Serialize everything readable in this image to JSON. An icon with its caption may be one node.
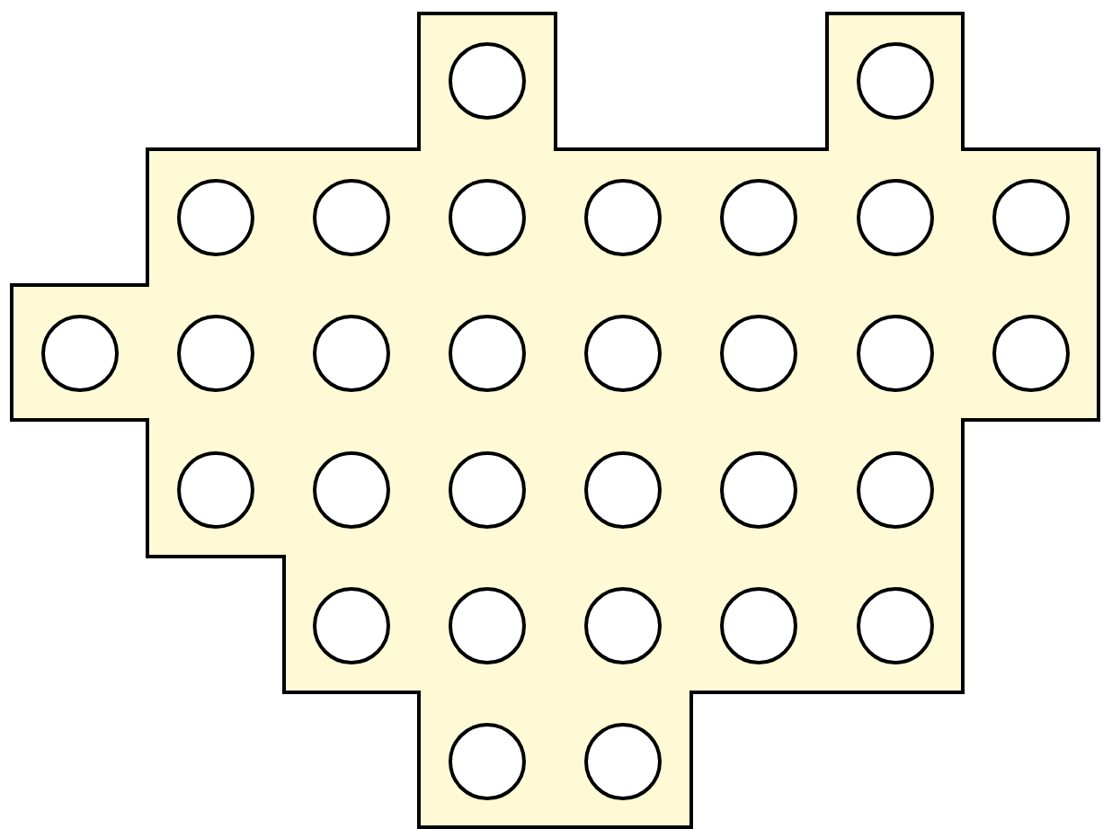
{
  "diagram": {
    "nodes": [
      {
        "text": [],
        "shape": "polygon"
      },
      {
        "text": [],
        "shape": "circle",
        "in": 0
      },
      {
        "text": [],
        "shape": "circle",
        "in": 0
      },
      {
        "text": [],
        "shape": "circle",
        "in": 0
      },
      {
        "text": [],
        "shape": "circle",
        "in": 0
      },
      {
        "text": [],
        "shape": "circle",
        "in": 0
      },
      {
        "text": [],
        "shape": "circle",
        "in": 0
      },
      {
        "text": [],
        "shape": "circle",
        "in": 0
      },
      {
        "text": [],
        "shape": "circle",
        "in": 0
      },
      {
        "text": [],
        "shape": "circle",
        "in": 0
      },
      {
        "text": [],
        "shape": "circle",
        "in": 0
      },
      {
        "text": [],
        "shape": "circle",
        "in": 0
      },
      {
        "text": [],
        "shape": "circle",
        "in": 0
      },
      {
        "text": [],
        "shape": "circle",
        "in": 0
      },
      {
        "text": [],
        "shape": "circle",
        "in": 0
      },
      {
        "text": [],
        "shape": "circle",
        "in": 0
      },
      {
        "text": [],
        "shape": "circle",
        "in": 0
      },
      {
        "text": [],
        "shape": "circle",
        "in": 0
      },
      {
        "text": [],
        "shape": "circle",
        "in": 0
      },
      {
        "text": [],
        "shape": "circle",
        "in": 0
      },
      {
        "text": [],
        "shape": "circle",
        "in": 0
      },
      {
        "text": [],
        "shape": "circle",
        "in": 0
      },
      {
        "text": [],
        "shape": "circle",
        "in": 0
      },
      {
        "text": [],
        "shape": "circle",
        "in": 0
      },
      {
        "text": [],
        "shape": "circle",
        "in": 0
      },
      {
        "text": [],
        "shape": "circle",
        "in": 0
      },
      {
        "text": [],
        "shape": "circle",
        "in": 0
      },
      {
        "text": [],
        "shape": "circle",
        "in": 0
      },
      {
        "text": [],
        "shape": "circle",
        "in": 0
      },
      {
        "text": [],
        "shape": "circle",
        "in": 0
      },
      {
        "text": [],
        "shape": "circle",
        "in": 0
      }
    ]
  }
}
